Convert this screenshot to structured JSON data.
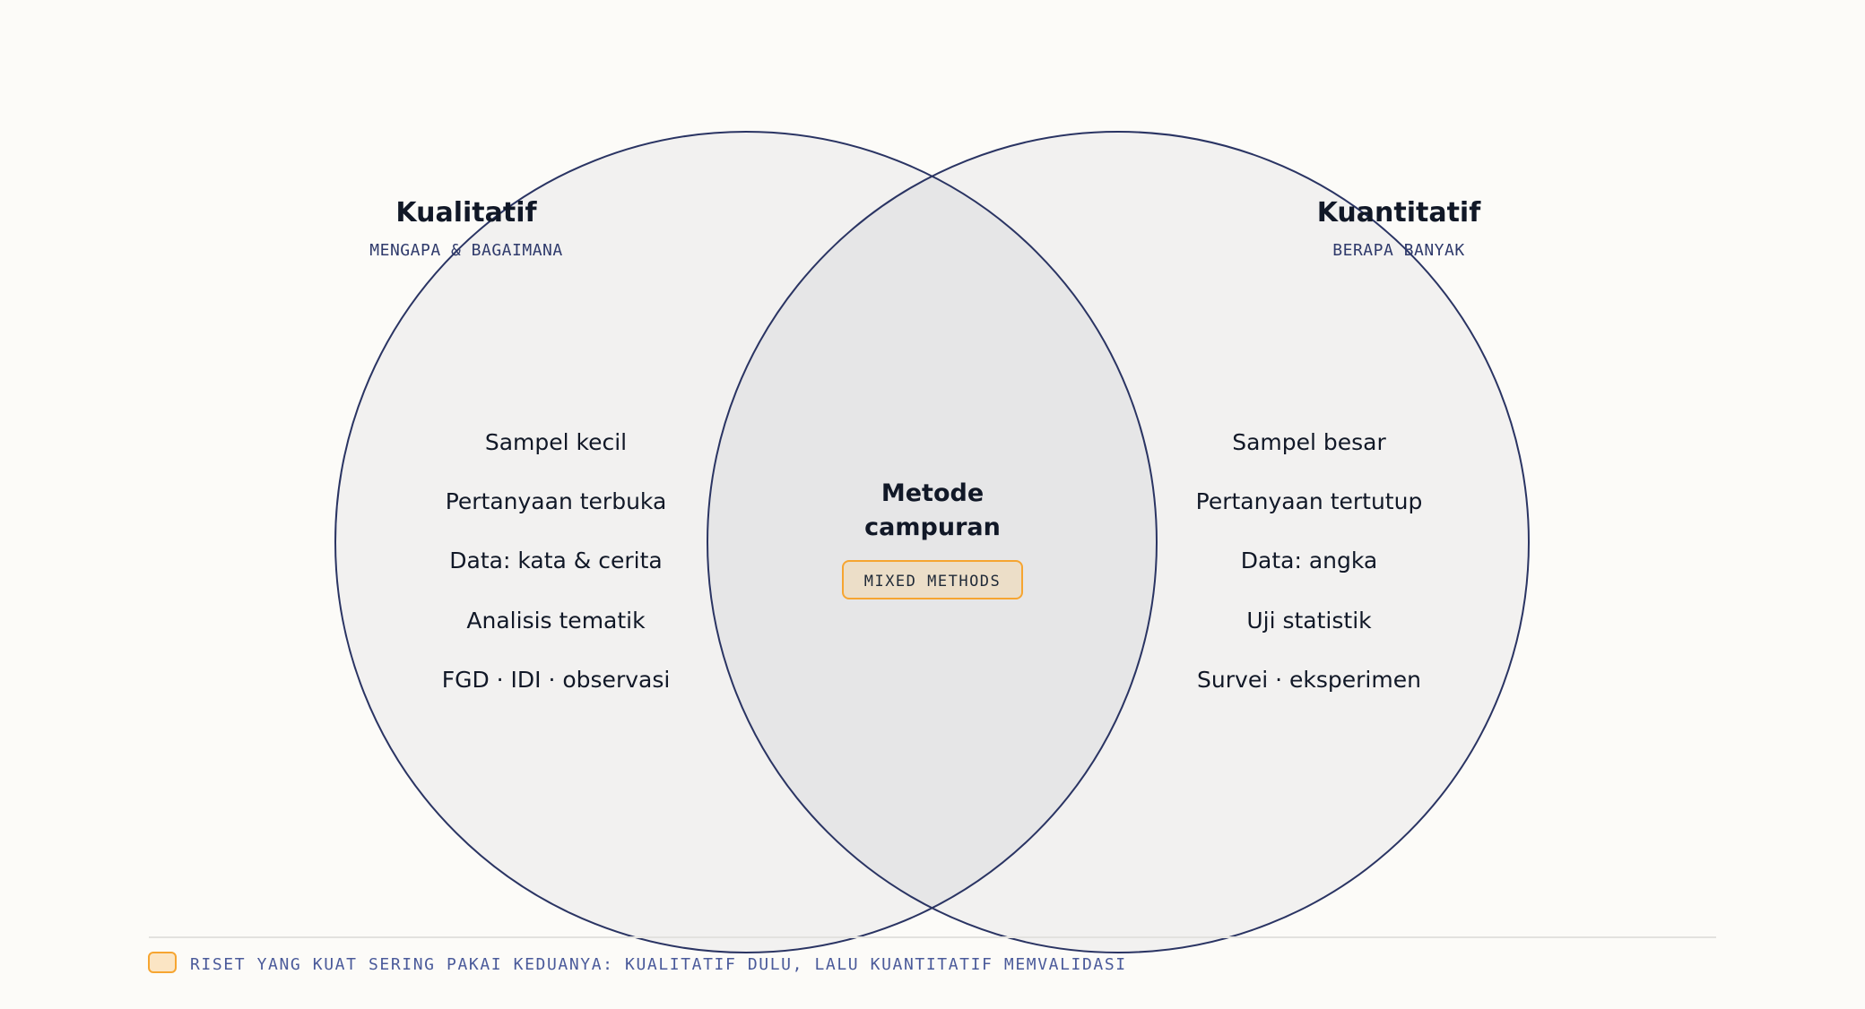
{
  "left": {
    "title": "Kualitatif",
    "subtitle": "MENGAPA & BAGAIMANA",
    "items": [
      "Sampel kecil",
      "Pertanyaan terbuka",
      "Data: kata & cerita",
      "Analisis tematik",
      "FGD · IDI · observasi"
    ]
  },
  "right": {
    "title": "Kuantitatif",
    "subtitle": "BERAPA BANYAK",
    "items": [
      "Sampel besar",
      "Pertanyaan tertutup",
      "Data: angka",
      "Uji statistik",
      "Survei · eksperimen"
    ]
  },
  "overlap": {
    "title_line1": "Metode",
    "title_line2": "campuran",
    "tag": "MIXED METHODS"
  },
  "footer": {
    "note": "RISET YANG KUAT SERING PAKAI KEDUANYA: KUALITATIF DULU, LALU KUANTITATIF MEMVALIDASI"
  },
  "colors": {
    "background": "#fcfbf8",
    "circle_fill": "#f2f1f0",
    "overlap_fill": "#e6e6e7",
    "stroke": "#2a3463",
    "accent": "#f6a531",
    "accent_fill": "#ecdec8"
  }
}
